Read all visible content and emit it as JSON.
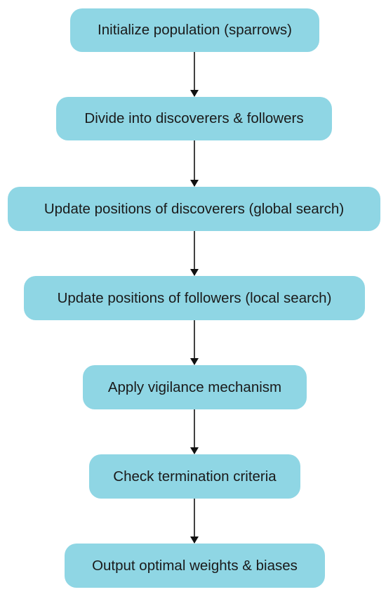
{
  "flowchart": {
    "nodes": [
      {
        "label": "Initialize population (sparrows)"
      },
      {
        "label": "Divide into discoverers & followers"
      },
      {
        "label": "Update positions of discoverers (global search)"
      },
      {
        "label": "Update positions of followers (local search)"
      },
      {
        "label": "Apply vigilance mechanism"
      },
      {
        "label": "Check termination criteria"
      },
      {
        "label": "Output optimal weights & biases"
      }
    ],
    "edges": [
      {
        "from": 0,
        "to": 1
      },
      {
        "from": 1,
        "to": 2
      },
      {
        "from": 2,
        "to": 3
      },
      {
        "from": 3,
        "to": 4
      },
      {
        "from": 4,
        "to": 5
      },
      {
        "from": 5,
        "to": 6
      }
    ],
    "colors": {
      "node_fill": "#8fd6e4",
      "text": "#1a1a1a",
      "arrow": "#111111"
    }
  }
}
